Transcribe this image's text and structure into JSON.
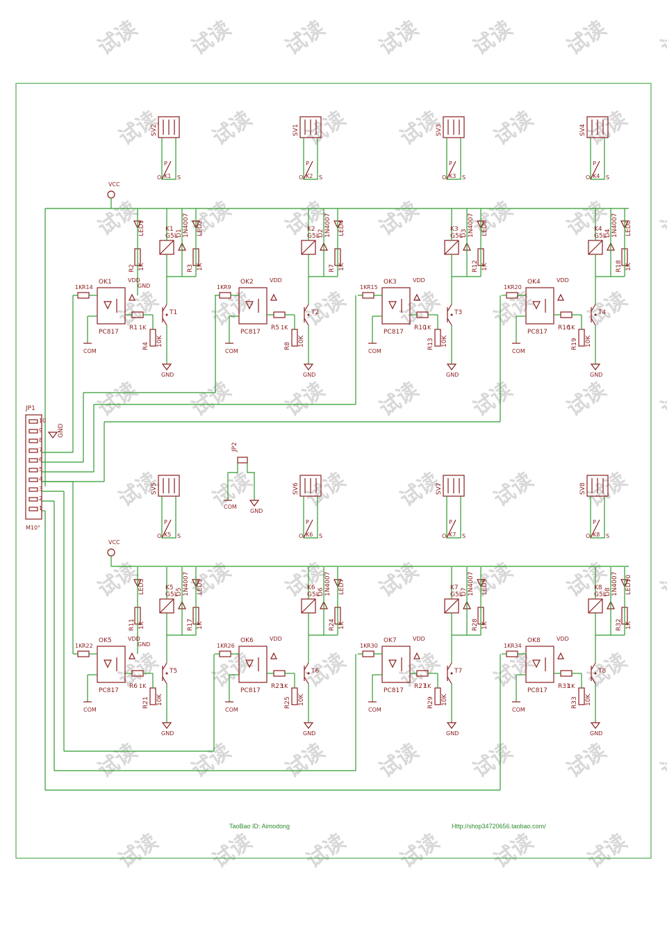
{
  "watermark": "试读",
  "header_label": "JP1",
  "connector_label": "M10°",
  "connector_pins": [
    "10",
    "9",
    "8",
    "7",
    "6",
    "5",
    "4",
    "3",
    "2",
    "1"
  ],
  "gnd_label": "GND",
  "vcc_label": "VCC",
  "vdd_label": "VDD",
  "com_label": "COM",
  "jp2_label": "JP2",
  "footer_left": "TaoBao ID: Aimodong",
  "footer_right": "Http://shop34720656.taobao.com/",
  "channels": [
    {
      "sv": "SV2",
      "k": "K1",
      "relay": "G5L",
      "ok": "OK1",
      "opto": "PC817",
      "r_in": "R14",
      "r_in_val": "1K",
      "r_base": "R1",
      "r_base_val": "1K",
      "r_pd": "R4",
      "r_pd_val": "10K",
      "led": "LED1",
      "r_led": "R2",
      "r_led_val": "1K",
      "d": "D1",
      "d_val": "1N4007",
      "led2": "LED2",
      "r_led2": "R3",
      "r_led2_val": "1K",
      "t": "T1"
    },
    {
      "sv": "SV1",
      "k": "K2",
      "relay": "G5L",
      "ok": "OK2",
      "opto": "PC817",
      "r_in": "R9",
      "r_in_val": "1K",
      "r_base": "R5",
      "r_base_val": "1K",
      "r_pd": "R8",
      "r_pd_val": "10K",
      "led": "",
      "r_led": "",
      "r_led_val": "",
      "d": "D2",
      "d_val": "1N4007",
      "led2": "LED4",
      "r_led2": "R7",
      "r_led2_val": "1K",
      "t": "T2"
    },
    {
      "sv": "SV3",
      "k": "K3",
      "relay": "G5L",
      "ok": "OK3",
      "opto": "PC817",
      "r_in": "R15",
      "r_in_val": "1K",
      "r_base": "R10",
      "r_base_val": "1K",
      "r_pd": "R13",
      "r_pd_val": "10K",
      "led": "",
      "r_led": "",
      "r_led_val": "",
      "d": "D3",
      "d_val": "1N4007",
      "led2": "LED6",
      "r_led2": "R12",
      "r_led2_val": "1K",
      "t": "T3"
    },
    {
      "sv": "SV4",
      "k": "K4",
      "relay": "G5L",
      "ok": "OK4",
      "opto": "PC817",
      "r_in": "R20",
      "r_in_val": "1K",
      "r_base": "R16",
      "r_base_val": "1K",
      "r_pd": "R19",
      "r_pd_val": "10K",
      "led": "",
      "r_led": "",
      "r_led_val": "",
      "d": "D4",
      "d_val": "1N4007",
      "led2": "LED8",
      "r_led2": "R18",
      "r_led2_val": "1K",
      "t": "T4"
    },
    {
      "sv": "SV5",
      "k": "K5",
      "relay": "G5L",
      "ok": "OK5",
      "opto": "PC817",
      "r_in": "R22",
      "r_in_val": "1K",
      "r_base": "R6",
      "r_base_val": "1K",
      "r_pd": "R21",
      "r_pd_val": "10K",
      "led": "LED3",
      "r_led": "R11",
      "r_led_val": "1K",
      "d": "D5",
      "d_val": "1N4007",
      "led2": "LED5",
      "r_led2": "R17",
      "r_led2_val": "1K",
      "t": "T5"
    },
    {
      "sv": "SV6",
      "k": "K6",
      "relay": "G5L",
      "ok": "OK6",
      "opto": "PC817",
      "r_in": "R26",
      "r_in_val": "1K",
      "r_base": "R23",
      "r_base_val": "1K",
      "r_pd": "R25",
      "r_pd_val": "10K",
      "led": "",
      "r_led": "",
      "r_led_val": "",
      "d": "D6",
      "d_val": "1N4007",
      "led2": "LED7",
      "r_led2": "R24",
      "r_led2_val": "1K",
      "t": "T6"
    },
    {
      "sv": "SV7",
      "k": "K7",
      "relay": "G5L",
      "ok": "OK7",
      "opto": "PC817",
      "r_in": "R30",
      "r_in_val": "1K",
      "r_base": "R27",
      "r_base_val": "1K",
      "r_pd": "R29",
      "r_pd_val": "10K",
      "led": "",
      "r_led": "",
      "r_led_val": "",
      "d": "D7",
      "d_val": "1N4007",
      "led2": "LED9",
      "r_led2": "R28",
      "r_led2_val": "1K",
      "t": "T7"
    },
    {
      "sv": "SV8",
      "k": "K8",
      "relay": "G5L",
      "ok": "OK8",
      "opto": "PC817",
      "r_in": "R34",
      "r_in_val": "1K",
      "r_base": "R31",
      "r_base_val": "1K",
      "r_pd": "R33",
      "r_pd_val": "10K",
      "led": "",
      "r_led": "",
      "r_led_val": "",
      "d": "D8",
      "d_val": "1N4007",
      "led2": "LED10",
      "r_led2": "R32",
      "r_led2_val": "1K",
      "t": "T8"
    }
  ],
  "relay_pins": {
    "p": "P",
    "o": "O",
    "s": "S"
  }
}
